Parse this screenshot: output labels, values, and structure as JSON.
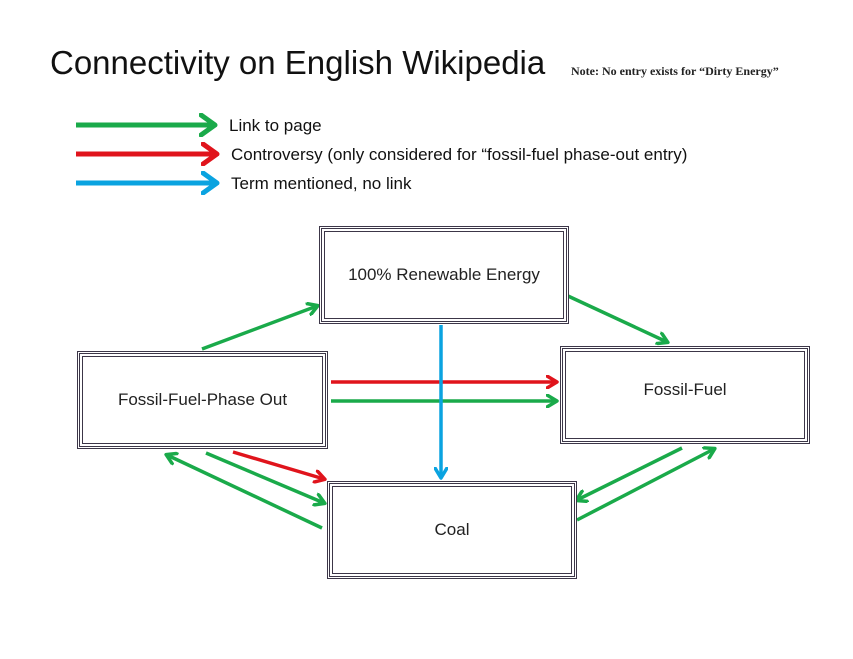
{
  "title": "Connectivity on English Wikipedia",
  "note": "Note: No entry exists for “Dirty Energy”",
  "legend": [
    {
      "label": "Link to page",
      "color": "#1aaa4a"
    },
    {
      "label": "Controversy (only considered for “fossil-fuel phase-out entry)",
      "color": "#e0141c"
    },
    {
      "label": "Term mentioned, no link",
      "color": "#0aa3e0"
    }
  ],
  "nodes": {
    "renewable": "100% Renewable Energy",
    "phaseout": "Fossil-Fuel-Phase Out",
    "fossil": "Fossil-Fuel",
    "coal": "Coal"
  },
  "colors": {
    "link": "#1aaa4a",
    "controversy": "#e0141c",
    "mention": "#0aa3e0",
    "box_border": "#3c3648"
  },
  "edges": [
    {
      "from": "Fossil-Fuel-Phase Out",
      "to": "100% Renewable Energy",
      "type": "link"
    },
    {
      "from": "100% Renewable Energy",
      "to": "Fossil-Fuel",
      "type": "link"
    },
    {
      "from": "Fossil-Fuel-Phase Out",
      "to": "Fossil-Fuel",
      "type": "controversy"
    },
    {
      "from": "Fossil-Fuel-Phase Out",
      "to": "Fossil-Fuel",
      "type": "link"
    },
    {
      "from": "100% Renewable Energy",
      "to": "Coal",
      "type": "mention"
    },
    {
      "from": "Fossil-Fuel-Phase Out",
      "to": "Coal",
      "type": "controversy"
    },
    {
      "from": "Fossil-Fuel-Phase Out",
      "to": "Coal",
      "type": "link"
    },
    {
      "from": "Coal",
      "to": "Fossil-Fuel-Phase Out",
      "type": "link"
    },
    {
      "from": "Fossil-Fuel",
      "to": "Coal",
      "type": "link"
    },
    {
      "from": "Coal",
      "to": "Fossil-Fuel",
      "type": "link"
    }
  ]
}
